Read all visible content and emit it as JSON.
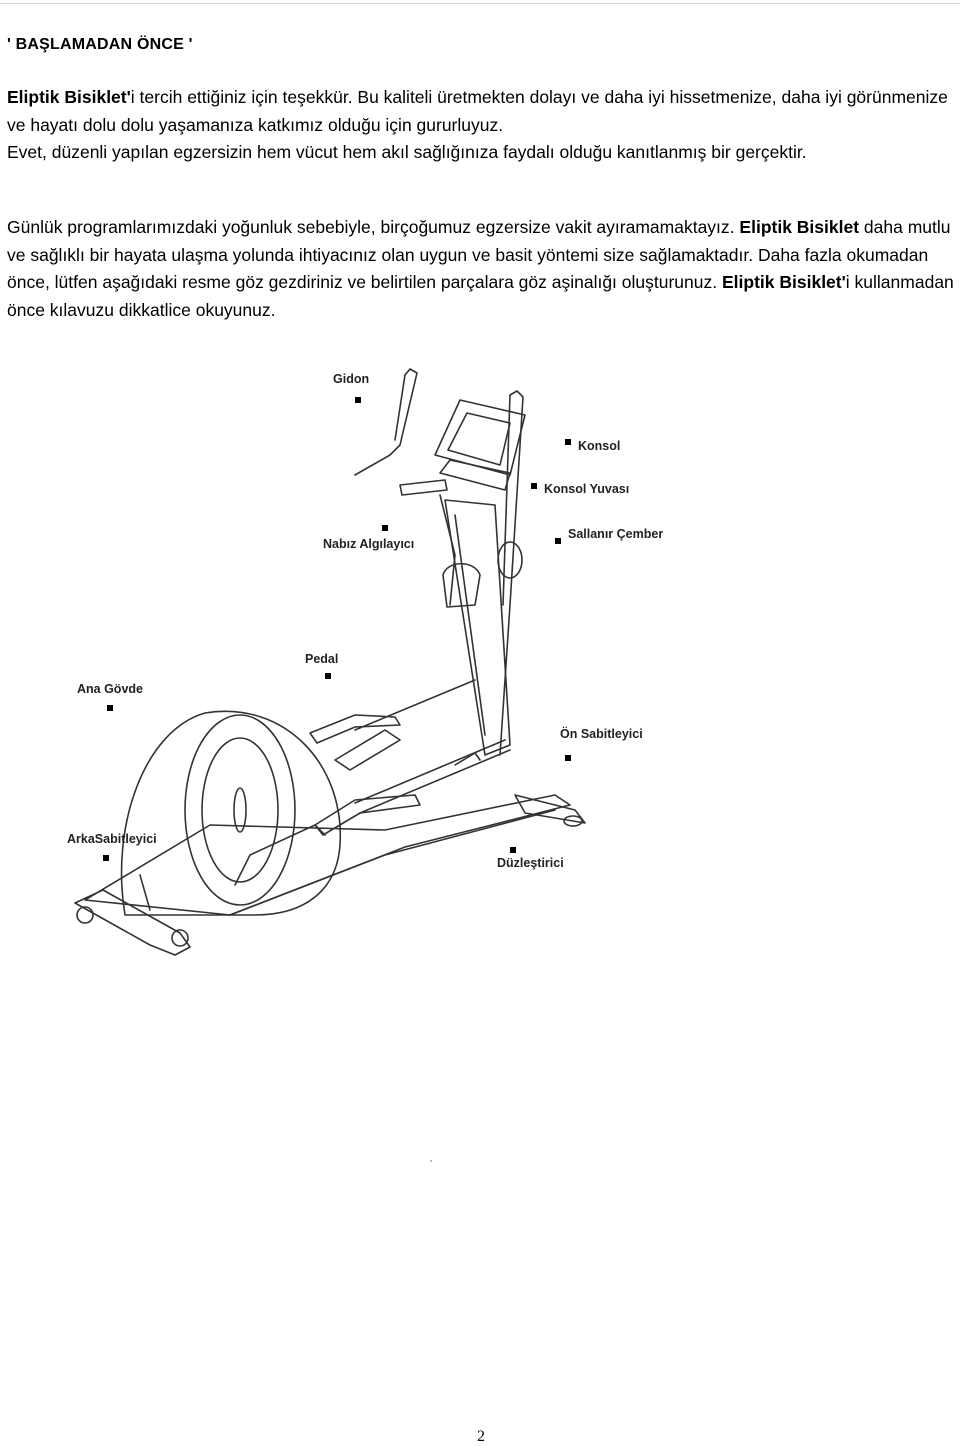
{
  "heading": "' BAŞLAMADAN ÖNCE '",
  "intro": {
    "brand": "Eliptik Bisiklet'",
    "line1_rest": "i tercih ettiğiniz için teşekkür. Bu kaliteli üretmekten dolayı ve daha iyi hissetmenize, daha iyi görünmenize ve hayatı dolu dolu yaşamanıza katkımız olduğu için gururluyuz.",
    "line2": "Evet, düzenli yapılan egzersizin hem vücut hem akıl sağlığınıza faydalı olduğu kanıtlanmış bir gerçektir."
  },
  "body": {
    "part1": "Günlük programlarımızdaki yoğunluk sebebiyle, birçoğumuz egzersize vakit ayıramamaktayız.",
    "brand1": "Eliptik Bisiklet",
    "part2": "daha mutlu ve sağlıklı bir hayata ulaşma yolunda ihtiyacınız olan uygun ve basit yöntemi size sağlamaktadır. Daha fazla okumadan önce, lütfen aşağıdaki resme göz gezdiriniz ve belirtilen parçalara göz aşinalığı oluşturunuz.",
    "brand2": "Eliptik Bisiklet'",
    "part3": "i kullanmadan önce kılavuzu dikkatlice okuyunuz."
  },
  "diagram_labels": {
    "gidon": "Gidon",
    "konsol": "Konsol",
    "konsol_yuvasi": "Konsol Yuvası",
    "nabiz": "Nabız Algılayıcı",
    "sallanir": "Sallanır Çember",
    "pedal": "Pedal",
    "ana_govde": "Ana Gövde",
    "on_sabitleyici": "Ön Sabitleyici",
    "arka_sabitleyici": "ArkaSabitleyici",
    "duzlestirici": "Düzleştirici"
  },
  "page_number": "2"
}
